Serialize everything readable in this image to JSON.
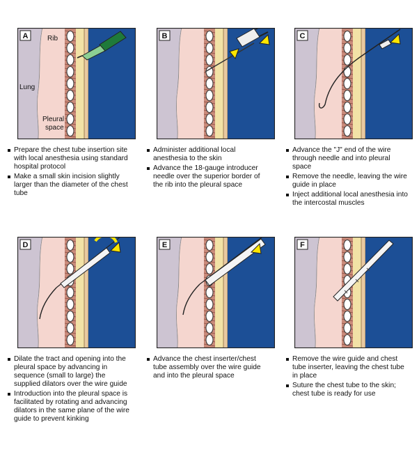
{
  "colors": {
    "lung": "#cdc4d2",
    "tissue": "#f5d6cf",
    "rib_band": "#c98a7a",
    "fat": "#f2e2a6",
    "skin": "#e8c9a0",
    "outside": "#1c4f96",
    "arrow": "#ffe600",
    "wire": "#222222"
  },
  "labels": {
    "rib": "Rib",
    "lung": "Lung",
    "pleural_line1": "Pleural",
    "pleural_line2": "space"
  },
  "panels": [
    {
      "letter": "A",
      "bullets": [
        "Prepare the chest tube insertion site with local anesthesia using standard hospital protocol",
        "Make a small skin incision slightly larger than the diameter of the chest tube"
      ]
    },
    {
      "letter": "B",
      "bullets": [
        "Administer additional local anesthesia to the skin",
        "Advance the 18-gauge introducer needle over the superior border of the rib into the pleural space"
      ]
    },
    {
      "letter": "C",
      "bullets": [
        "Advance the \"J\" end of the wire through needle and into pleural space",
        "Remove the needle, leaving the wire guide in place",
        "Inject additional local anesthesia into the intercostal muscles"
      ]
    },
    {
      "letter": "D",
      "bullets": [
        "Dilate the tract and opening into the pleural space by advancing in sequence (small to large) the supplied dilators over the wire guide",
        "Introduction into the pleural space is facilitated by rotating and advancing dilators in the same plane of the wire guide to prevent kinking"
      ]
    },
    {
      "letter": "E",
      "bullets": [
        "Advance the chest inserter/chest tube assembly over the wire guide and into the pleural space"
      ]
    },
    {
      "letter": "F",
      "bullets": [
        "Remove the wire guide and chest tube inserter, leaving the chest tube in place",
        "Suture the chest tube to the skin; chest tube is ready for use"
      ]
    }
  ]
}
